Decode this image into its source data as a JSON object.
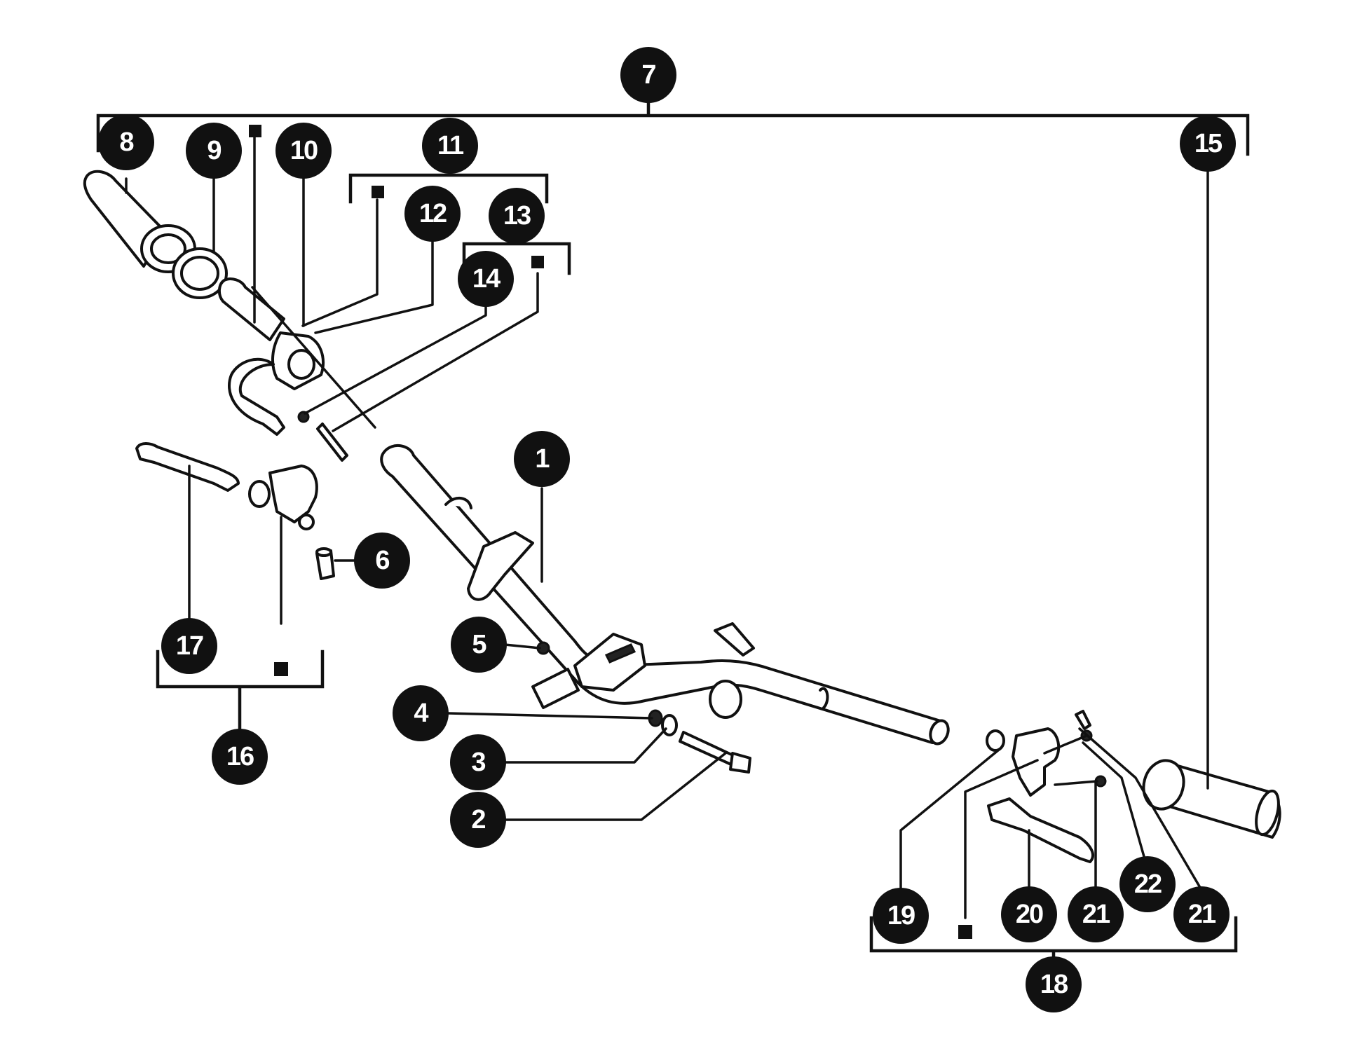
{
  "diagram": {
    "callouts": [
      {
        "id": "c1",
        "label": "1"
      },
      {
        "id": "c2",
        "label": "2"
      },
      {
        "id": "c3",
        "label": "3"
      },
      {
        "id": "c4",
        "label": "4"
      },
      {
        "id": "c5",
        "label": "5"
      },
      {
        "id": "c6",
        "label": "6"
      },
      {
        "id": "c7",
        "label": "7"
      },
      {
        "id": "c8",
        "label": "8"
      },
      {
        "id": "c9",
        "label": "9"
      },
      {
        "id": "c10",
        "label": "10"
      },
      {
        "id": "c11",
        "label": "11"
      },
      {
        "id": "c12",
        "label": "12"
      },
      {
        "id": "c13",
        "label": "13"
      },
      {
        "id": "c14",
        "label": "14"
      },
      {
        "id": "c15",
        "label": "15"
      },
      {
        "id": "c16",
        "label": "16"
      },
      {
        "id": "c17",
        "label": "17"
      },
      {
        "id": "c18",
        "label": "18"
      },
      {
        "id": "c19",
        "label": "19"
      },
      {
        "id": "c20",
        "label": "20"
      },
      {
        "id": "c21a",
        "label": "21"
      },
      {
        "id": "c21b",
        "label": "21"
      },
      {
        "id": "c22",
        "label": "22"
      }
    ]
  }
}
